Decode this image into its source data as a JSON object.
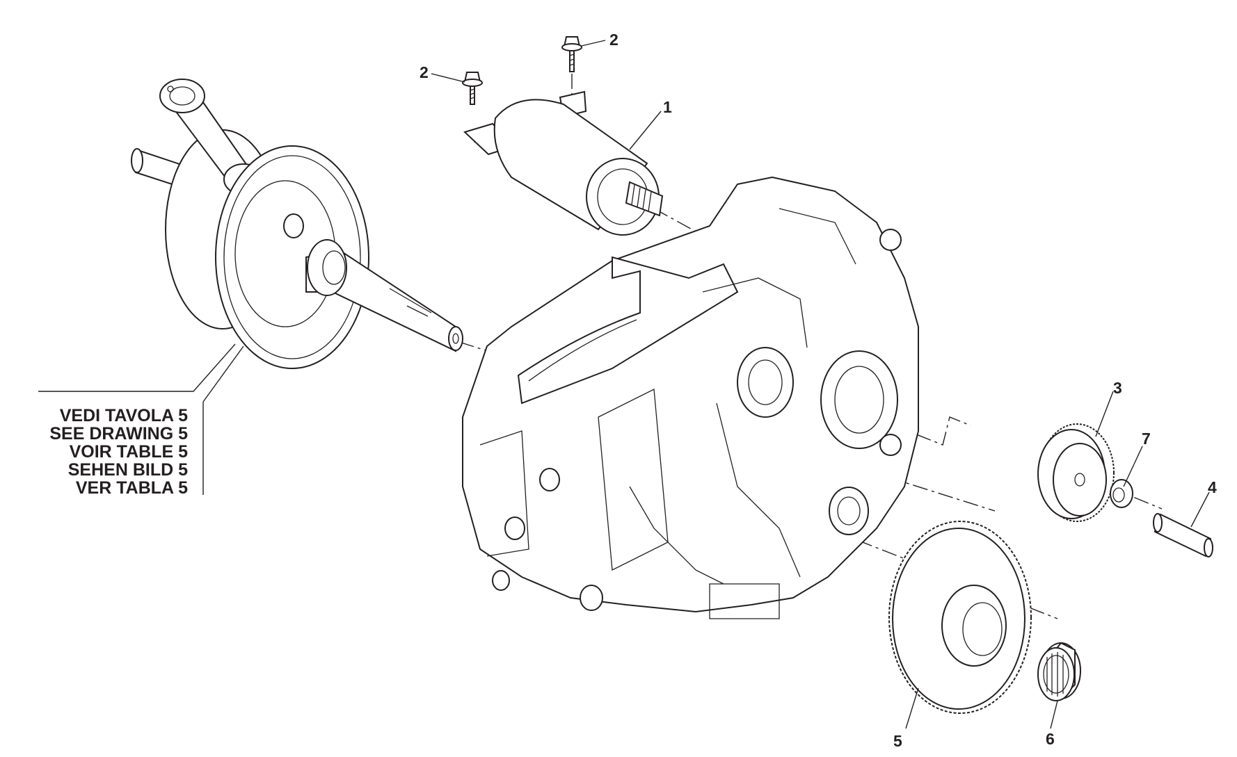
{
  "reference_note": {
    "lines": [
      "VEDI TAVOLA 5",
      "SEE DRAWING 5",
      "VOIR TABLE 5",
      "SEHEN BILD 5",
      "VER TABLA 5"
    ]
  },
  "callouts": {
    "starter_motor": "1",
    "screw_left": "2",
    "screw_right": "2",
    "small_gear": "3",
    "pin": "4",
    "large_gear": "5",
    "needle_bearing": "6",
    "spacer": "7"
  },
  "colors": {
    "line": "#231f20",
    "background": "#ffffff"
  }
}
